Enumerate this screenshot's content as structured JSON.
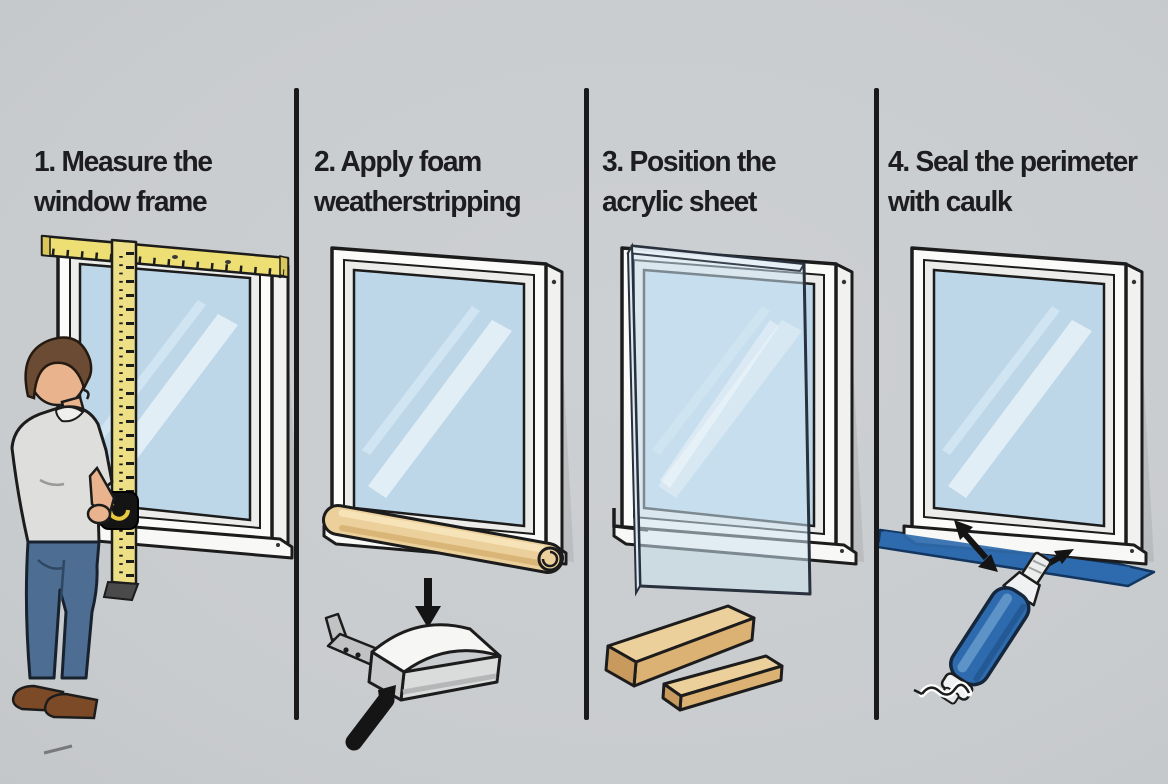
{
  "figure": {
    "type": "instructional-diagram",
    "subject": "Insulating a window with an acrylic sheet - 4 steps",
    "background_color": "#cbcdd0",
    "divider_color": "#1a1a1a",
    "text_color": "#1d1d1f"
  },
  "panels": [
    {
      "step": 1,
      "title": "1. Measure the\nwindow frame",
      "illustration": {
        "name": "person-measuring-window",
        "elements": [
          "window-frame",
          "horizontal-tape-measure",
          "vertical-tape-measure",
          "tape-measure-body",
          "person-back-view"
        ]
      }
    },
    {
      "step": 2,
      "title": "2. Apply foam\nweatherstripping",
      "illustration": {
        "name": "window-with-foam-weatherstrip",
        "elements": [
          "window-frame",
          "foam-weatherstrip-roll",
          "down-arrow",
          "foam-applicator-tool"
        ]
      }
    },
    {
      "step": 3,
      "title": "3. Position the\nacrylic sheet",
      "illustration": {
        "name": "window-with-acrylic-sheet",
        "elements": [
          "window-frame",
          "acrylic-sheet",
          "mounting-bracket",
          "wood-strip-long",
          "wood-strip-short"
        ]
      }
    },
    {
      "step": 4,
      "title": "4. Seal the perimeter\nwith caulk",
      "illustration": {
        "name": "window-with-caulk-seal",
        "elements": [
          "window-frame",
          "caulk-bead",
          "double-arrow",
          "arrow-to-sill",
          "caulk-tube"
        ]
      }
    }
  ],
  "colors": {
    "window_frame_white": "#fbfbf9",
    "glass_blue": "#bdd7e9",
    "glass_streak": "#e9f2f8",
    "tape_measure_yellow": "#eedf74",
    "foam_tan": "#ecd09b",
    "wood_tan": "#e9c98f",
    "caulk_blue": "#2e6bae",
    "shirt_gray": "#dedfdd",
    "jeans_blue": "#4d6d92",
    "shoe_brown": "#7c4a27",
    "skin": "#e9b38e",
    "hair_brown": "#6b4b33",
    "outline_black": "#1c1c1c"
  }
}
